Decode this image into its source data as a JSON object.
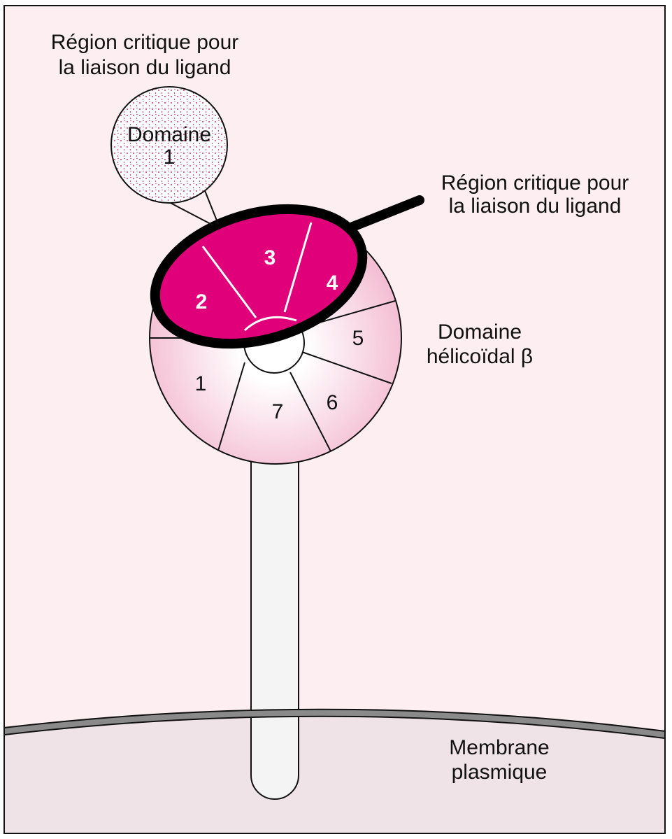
{
  "labels": {
    "top_left_line1": "Région critique pour",
    "top_left_line2": "la liaison du ligand",
    "top_right_line1": "Région critique pour",
    "top_right_line2": "la liaison du ligand",
    "domain1_line1": "Domaine",
    "domain1_line2": "1",
    "helical_line1": "Domaine",
    "helical_line2": "hélicoïdal β",
    "membrane_line1": "Membrane",
    "membrane_line2": "plasmique"
  },
  "blades": {
    "b1": "1",
    "b2": "2",
    "b3": "3",
    "b4": "4",
    "b5": "5",
    "b6": "6",
    "b7": "7"
  },
  "colors": {
    "background": "#fdeef1",
    "membrane_inside": "#f0e3e7",
    "magenta": "#e0007a",
    "pink_light": "#f8d4e2",
    "stalk": "#f4f4f4",
    "membrane_line": "#8a8a8a"
  }
}
